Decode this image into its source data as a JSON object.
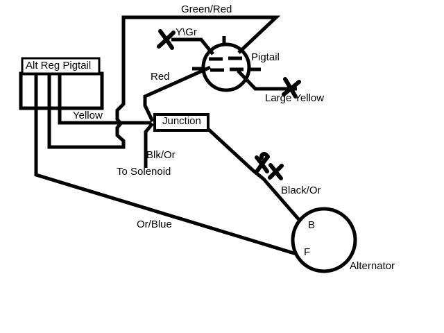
{
  "diagram": {
    "type": "automotive-wiring-diagram",
    "background_color": "#ffffff",
    "line_color": "#000000",
    "components": {
      "alt_reg_pigtail_label": "Alt Reg Pigtail",
      "junction_label": "Junction",
      "pigtail_label": "Pigtail",
      "alternator_label": "Alternator",
      "terminal_b": "B",
      "terminal_f": "F"
    },
    "wire_labels": {
      "green_red": "Green/Red",
      "y_gr": "Y\\Gr",
      "red": "Red",
      "yellow": "Yellow",
      "large_yellow": "Large Yellow",
      "blk_or": "Blk/Or",
      "black_or": "Black/Or",
      "or_blue": "Or/Blue"
    },
    "notes": {
      "to_solenoid": "To Solenoid"
    }
  }
}
